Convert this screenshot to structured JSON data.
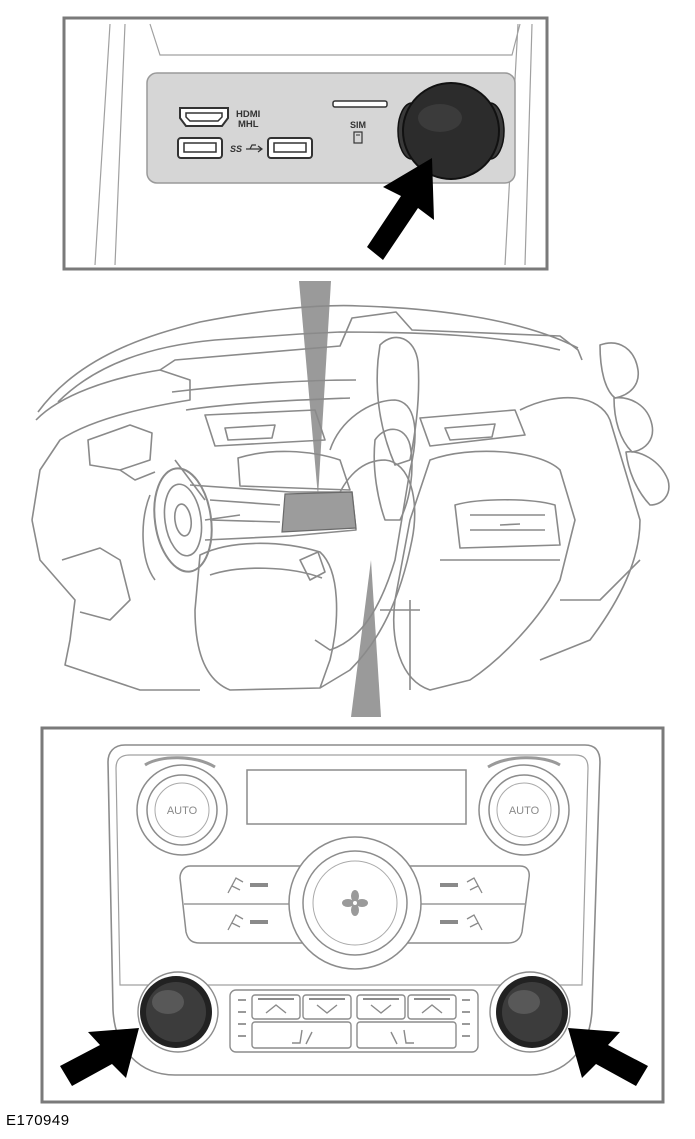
{
  "figure": {
    "id": "E170949"
  },
  "ports_panel": {
    "hdmi_label": "HDMI",
    "mhl_label": "MHL",
    "usb_label": "SS",
    "sim_label": "SIM"
  },
  "climate_panel": {
    "left_dial_label": "AUTO",
    "right_dial_label": "AUTO"
  },
  "colors": {
    "frame": "#7a7a7a",
    "line": "#8c8c8c",
    "panel_fill": "#d4d4d4",
    "knob_dark": "#2a2a2a",
    "arrow": "#000000",
    "pointer": "#9a9a9a"
  },
  "icons": [
    "hdmi-port-icon",
    "usb-port-icon",
    "sim-slot-icon",
    "fan-icon",
    "seat-heat-icon",
    "pointer-arrow-icon"
  ]
}
